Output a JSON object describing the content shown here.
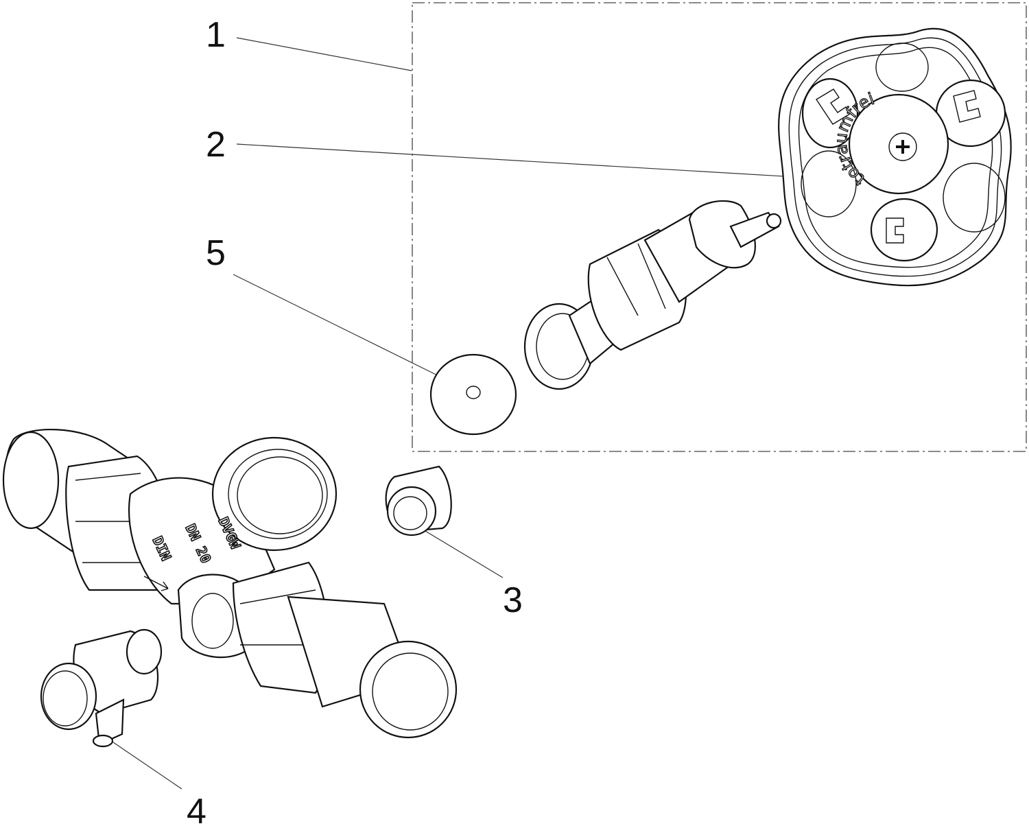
{
  "callouts": [
    {
      "number": "1",
      "part": "upper-part-assembly"
    },
    {
      "number": "2",
      "part": "handwheel"
    },
    {
      "number": "3",
      "part": "plug"
    },
    {
      "number": "4",
      "part": "drain-valve"
    },
    {
      "number": "5",
      "part": "seal-disc"
    }
  ],
  "markings": {
    "handwheel_text": "totraumfrei",
    "body_line_1": "DVGW",
    "body_line_2": "DN 20",
    "body_line_3": "DIN"
  },
  "colors": {
    "line": "#111111",
    "background": "#ffffff"
  }
}
